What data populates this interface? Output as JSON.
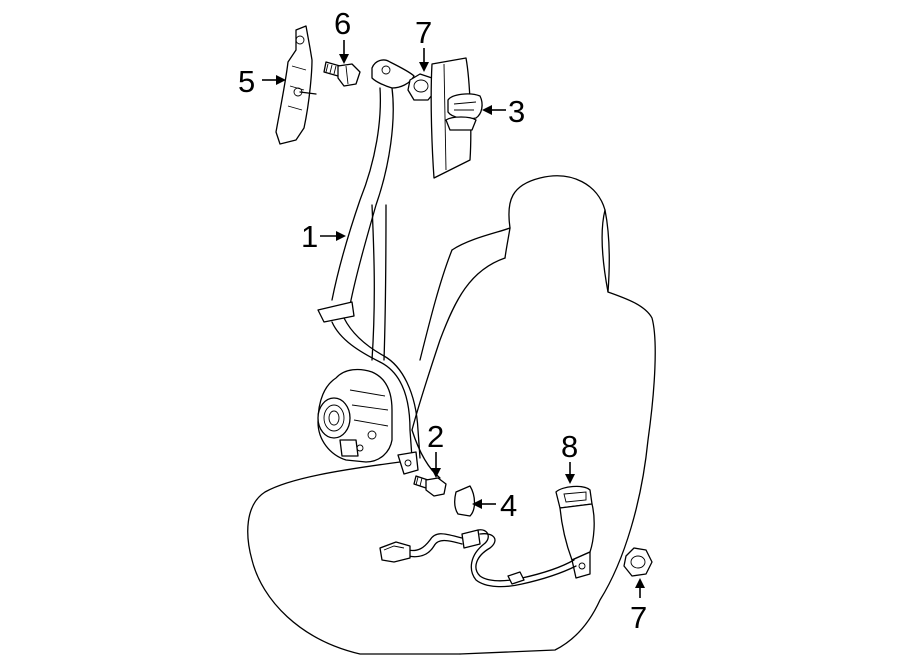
{
  "callouts": {
    "c1": "1",
    "c2": "2",
    "c3": "3",
    "c4": "4",
    "c5": "5",
    "c6": "6",
    "c7a": "7",
    "c7b": "7",
    "c8": "8"
  }
}
